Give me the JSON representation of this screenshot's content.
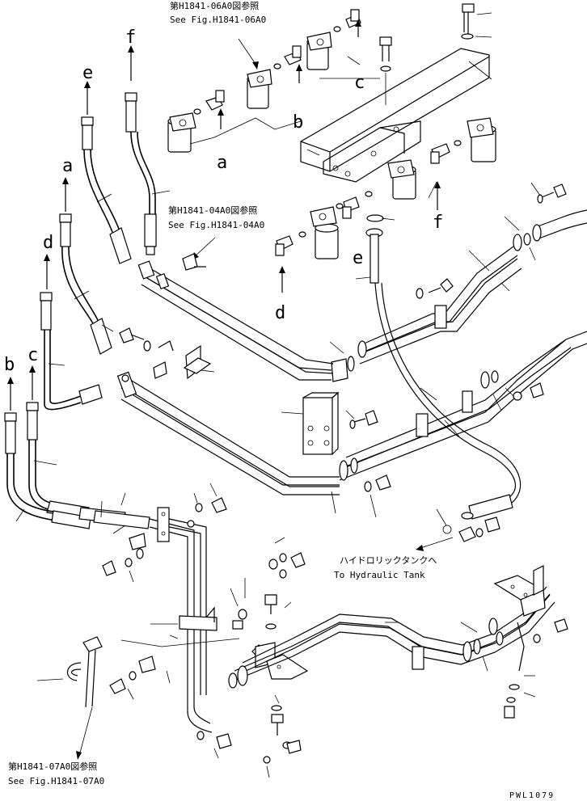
{
  "references": {
    "top_jp": "第H1841-06A0図参照",
    "top_en": "See Fig.H1841-06A0",
    "mid_jp": "第H1841-04A0図参照",
    "mid_en": "See Fig.H1841-04A0",
    "bottom_jp": "第H1841-07A0図参照",
    "bottom_en": "See Fig.H1841-07A0"
  },
  "tank_note": {
    "jp": "ハイドロリックタンクへ",
    "en": "To Hydraulic Tank"
  },
  "letters": {
    "a": "a",
    "b": "b",
    "c": "c",
    "d": "d",
    "e": "e",
    "f": "f"
  },
  "drawing_code": "PWL1079"
}
